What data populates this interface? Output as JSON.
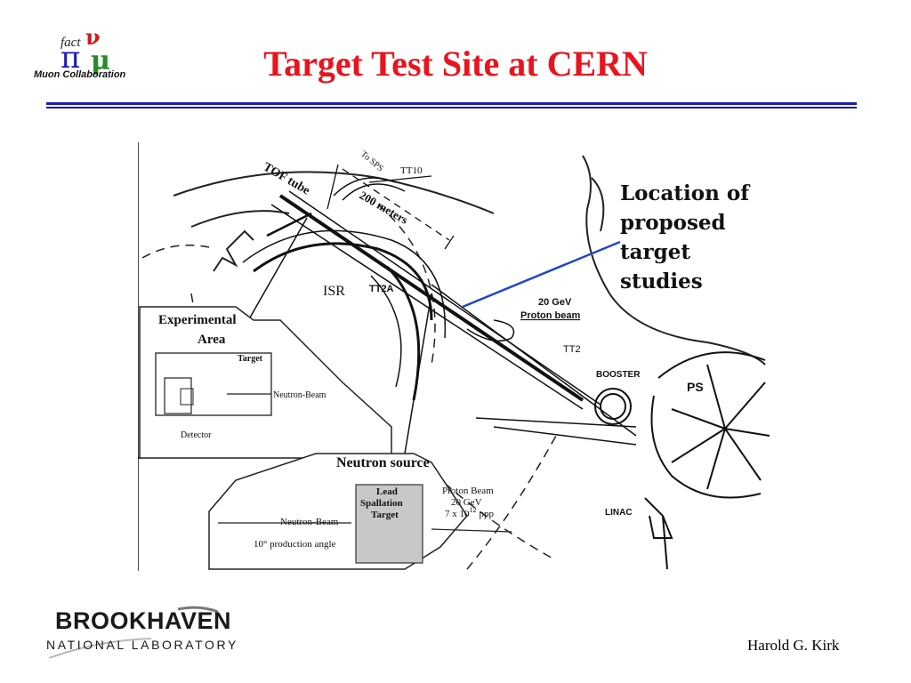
{
  "slide": {
    "title": "Target Test Site at CERN",
    "author": "Harold G. Kirk",
    "title_color": "#e8141e",
    "rule_color": "#1b1bb4"
  },
  "logos": {
    "top_left_text": "fact",
    "top_left_caption": "Muon Collaboration",
    "bottom_left_name": "BROOKHAVEN",
    "bottom_left_subtitle": "NATIONAL LABORATORY"
  },
  "diagram": {
    "callout": [
      "Location of",
      "proposed",
      "target",
      "studies"
    ],
    "callout_line_color": "#1f48c8",
    "labels": {
      "tof_tube": "TOF tube",
      "to_sps": "To SPS",
      "tt10": "TT10",
      "distance": "200 meters",
      "isr": "ISR",
      "tt2a": "TT2A",
      "beam_energy": "20 GeV",
      "beam_name": "Proton beam",
      "tt2": "TT2",
      "booster": "BOOSTER",
      "ps": "PS",
      "linac": "LINAC",
      "exp_area_1": "Experimental",
      "exp_area_2": "Area",
      "target": "Target",
      "neutron_beam": "Neutron-Beam",
      "detector": "Detector",
      "neutron_source": "Neutron source",
      "lead_1": "Lead",
      "lead_2": "Spallation",
      "lead_3": "Target",
      "proton_beam_label": "Proton Beam",
      "proton_energy": "20 GeV",
      "proton_intensity_base": "7 x 10",
      "proton_intensity_exp": "12",
      "proton_intensity_unit": "ppp",
      "neutron_beam_2": "Neutron-Beam",
      "production_angle": "10° production angle"
    }
  }
}
